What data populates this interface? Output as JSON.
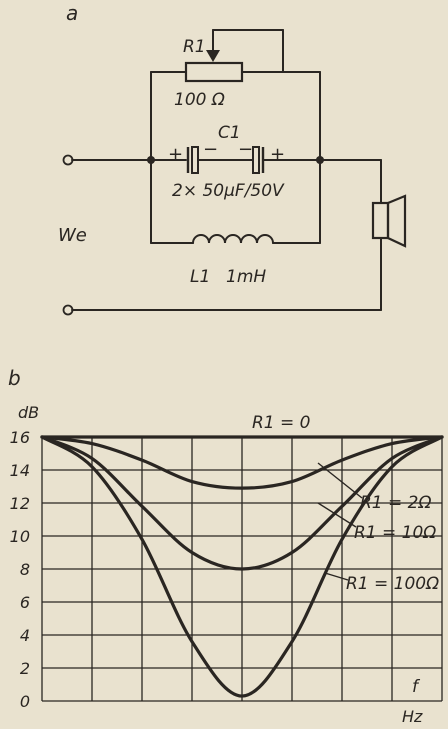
{
  "panel_a": {
    "label": "a",
    "r1_label": "R1",
    "r1_value": "100 Ω",
    "c1_label": "C1",
    "c1_plus_left": "+",
    "c1_minus_left": "−",
    "c1_minus_right": "−",
    "c1_plus_right": "+",
    "c1_value": "2× 50µF/50V",
    "l1_label": "L1",
    "l1_value": "1mH",
    "input_label": "We"
  },
  "panel_b": {
    "label": "b",
    "chart_data": {
      "type": "line",
      "ylabel": "dB",
      "xlabel": "f",
      "xunit": "Hz",
      "ylim": [
        0,
        16
      ],
      "yticks": [
        "16",
        "14",
        "12",
        "10",
        "8",
        "6",
        "4",
        "2",
        "0"
      ],
      "grid": true,
      "x_ticks": [
        0,
        1,
        2,
        3,
        4,
        5,
        6,
        7,
        8
      ],
      "series": [
        {
          "name": "R1 = 0",
          "x": [
            0,
            8
          ],
          "values": [
            16,
            16
          ]
        },
        {
          "name": "R1 = 2Ω",
          "x": [
            0,
            1,
            2,
            3,
            4,
            5,
            6,
            7,
            8
          ],
          "values": [
            16,
            15.6,
            14.6,
            13.3,
            12.9,
            13.3,
            14.6,
            15.6,
            16
          ]
        },
        {
          "name": "R1 = 10Ω",
          "x": [
            0,
            1,
            2,
            3,
            4,
            5,
            6,
            7,
            8
          ],
          "values": [
            16,
            14.7,
            11.8,
            9,
            8,
            9,
            11.8,
            14.7,
            16
          ]
        },
        {
          "name": "R1 = 100Ω",
          "x": [
            0,
            1,
            2,
            3,
            4,
            5,
            6,
            7,
            8
          ],
          "values": [
            16,
            14.2,
            9.8,
            3.6,
            0.3,
            3.6,
            9.8,
            14.2,
            16
          ]
        }
      ]
    }
  }
}
